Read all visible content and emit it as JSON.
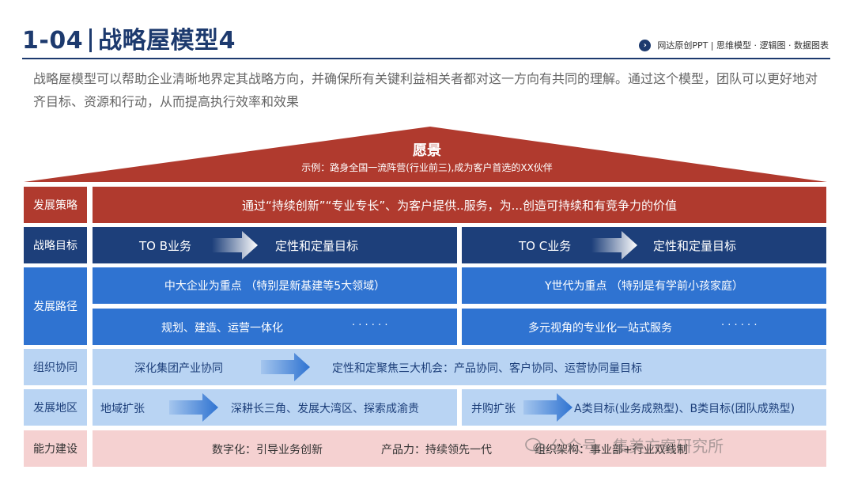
{
  "header": {
    "title_num": "1-04",
    "title_text": "战略屋模型4",
    "brand": "网达原创PPT | 思维模型 · 逻辑图 · 数据图表"
  },
  "intro": "战略屋模型可以帮助企业清晰地界定其战略方向，并确保所有关键利益相关者都对这一方向有共同的理解。通过这个模型，团队可以更好地对齐目标、资源和行动，从而提高执行效率和效果",
  "vision": {
    "title": "愿景",
    "subtitle": "示例：路身全国一流阵营(行业前三),成为客户首选的XX伙伴"
  },
  "rows": {
    "strategy": {
      "label": "发展策略",
      "text": "通过“持续创新”“专业专长”、为客户提供..服务，为...创造可持续和有竞争力的价值"
    },
    "goals": {
      "label": "战略目标",
      "left_a": "TO B业务",
      "left_b": "定性和定量目标",
      "right_a": "TO C业务",
      "right_b": "定性和定量目标"
    },
    "path": {
      "label": "发展路径",
      "r1_left": "中大企业为重点 （特别是新基建等5大领域）",
      "r1_right": "Y世代为重点 （特别是有学前小孩家庭）",
      "r2_left": "规划、建造、运营一体化",
      "r2_left_dots": "· · · · · ·",
      "r2_right": "多元视角的专业化一站式服务",
      "r2_right_dots": "· · · · · ·"
    },
    "org": {
      "label": "组织协同",
      "a": "深化集团产业协同",
      "b": "定性和定聚焦三大机会：产品协同、客户协同、运营协同量目标"
    },
    "region": {
      "label": "发展地区",
      "left_a": "地域扩张",
      "left_b": "深耕长三角、发展大湾区、探索成渝贵",
      "right_a": "并购扩张",
      "right_b": "A类目标(业务成熟型)、B类目标(团队成熟型)"
    },
    "capability": {
      "label": "能力建设",
      "a": "数字化：引导业务创新",
      "b": "产品力：持续领先一代",
      "c": "组织架构：事业部+行业双线制"
    }
  },
  "watermark": "公众号 · 集美方案研究所",
  "colors": {
    "navy": "#1d3f7a",
    "red": "#b03a2e",
    "blue": "#2f73d1",
    "light_blue": "#b9d4f3",
    "pink": "#f5d1d1"
  }
}
